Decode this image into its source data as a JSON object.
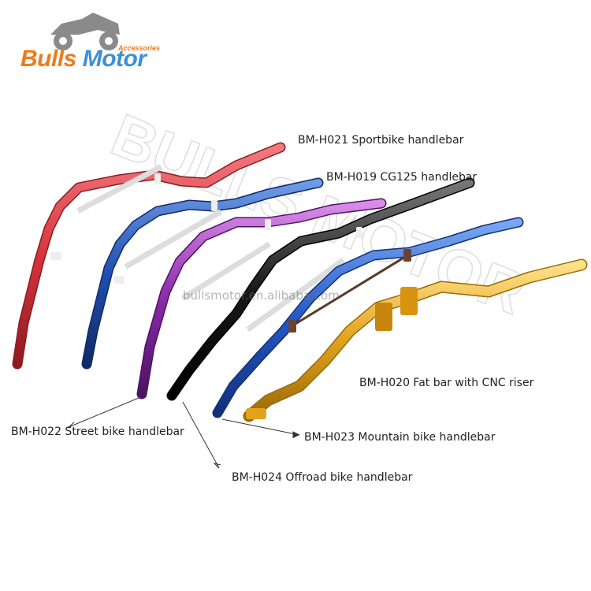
{
  "logo": {
    "word1": "Bulls",
    "word2": "Motor",
    "subtitle": "Accessories",
    "icon": "motorcycle-icon",
    "colors": {
      "orange": "#f07a1a",
      "blue": "#3d8fd6"
    }
  },
  "watermark": {
    "text": "BULLS MOTOR",
    "url": "bullsmotor.en.alibaba.com"
  },
  "labels": {
    "h021": "BM-H021 Sportbike handlebar",
    "h019": "BM-H019 CG125 handlebar",
    "h020": "BM-H020 Fat bar with CNC riser",
    "h022": "BM-H022 Street bike handlebar",
    "h023": "BM-H023 Mountain bike handlebar",
    "h024": "BM-H024 Offroad bike handlebar"
  },
  "handlebar_colors": {
    "h021": "#d8343c",
    "h019": "#1f4fb0",
    "h022": "#8a2aa8",
    "h024": "#1a1a1a",
    "h023": "#2458c8",
    "h020": "#e3a21c"
  }
}
